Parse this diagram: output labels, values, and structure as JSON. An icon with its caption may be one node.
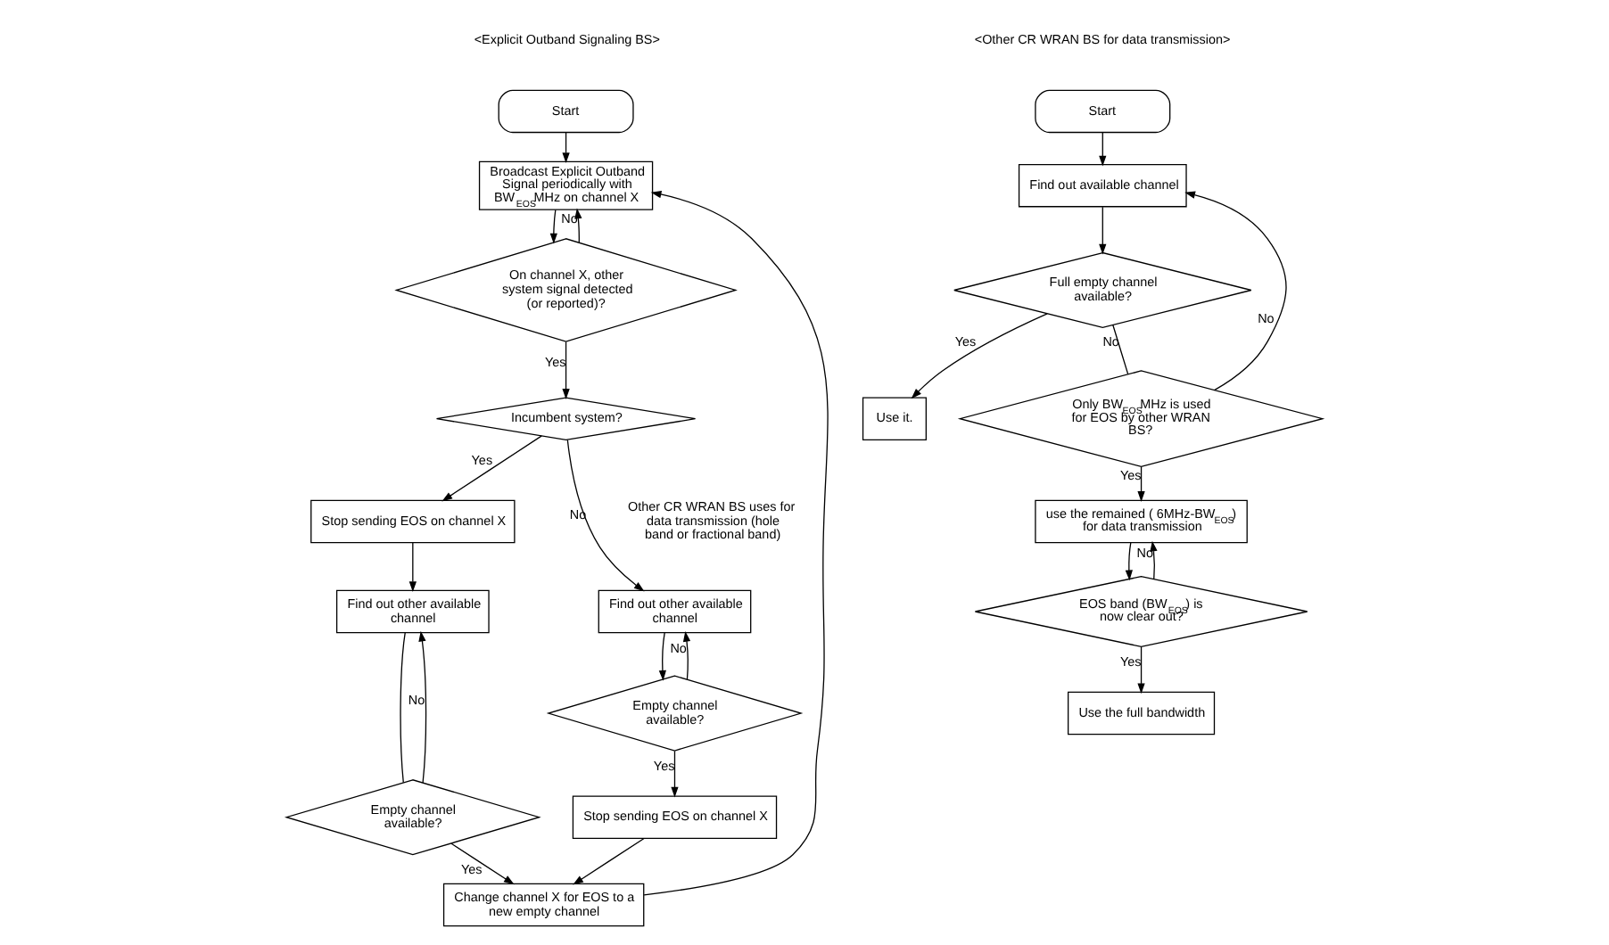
{
  "diagram": {
    "nodes": [
      {
        "text": [
          "Start"
        ]
      },
      {
        "text": [
          "Broadcast Explicit Outband Signal periodically with BW$_{EOS}$MHz on channel X"
        ]
      },
      {
        "text": [
          "On channel X, other system signal detected (or reported)?"
        ]
      },
      {
        "text": [
          "Incumbent system?"
        ]
      },
      {
        "text": [
          "Stop sending EOS on channel X"
        ]
      },
      {
        "text": [
          "Find out other available channel"
        ]
      },
      {
        "text": [
          "Empty channel available?"
        ]
      },
      {
        "text": [
          "Find out other available channel"
        ]
      },
      {
        "text": [
          "Empty channel available?"
        ]
      },
      {
        "text": [
          "Stop sending EOS on channel X"
        ]
      },
      {
        "text": [
          "Change channel X for EOS to a new empty channel"
        ]
      },
      {
        "text": [
          "Start"
        ]
      },
      {
        "text": [
          "Find out available channel"
        ]
      },
      {
        "text": [
          "Full empty channel available?"
        ]
      },
      {
        "text": [
          "Use it."
        ]
      },
      {
        "text": [
          "Only BW$_{EOS}$MHz is used for EOS by other WRAN BS?"
        ]
      },
      {
        "text": [
          "use the remained ( 6MHz-BW$_{EOS}$) for data transmission"
        ]
      },
      {
        "text": [
          "EOS band (BW$_{EOS}$) is now clear out?"
        ]
      },
      {
        "text": [
          "Use the full bandwidth"
        ]
      }
    ],
    "edges": [
      {
        "from": 0,
        "to": 1,
        "arrow": "to"
      },
      {
        "from": 1,
        "to": 2,
        "arrow": "to"
      },
      {
        "from": 2,
        "to": 1,
        "arrow": "to",
        "label": "No"
      },
      {
        "from": 2,
        "to": 3,
        "arrow": "to",
        "label": "Yes"
      },
      {
        "from": 3,
        "to": 4,
        "arrow": "to",
        "label": "Yes"
      },
      {
        "from": 3,
        "to": 7,
        "arrow": "to",
        "label": "No"
      },
      {
        "from": 4,
        "to": 5,
        "arrow": "to"
      },
      {
        "from": 5,
        "to": 6,
        "arrow": "none"
      },
      {
        "from": 6,
        "to": 5,
        "arrow": "to",
        "label": "No"
      },
      {
        "from": 6,
        "to": 10,
        "arrow": "to",
        "label": "Yes"
      },
      {
        "from": 7,
        "to": 8,
        "arrow": "to"
      },
      {
        "from": 8,
        "to": 7,
        "arrow": "to",
        "label": "No"
      },
      {
        "from": 8,
        "to": 9,
        "arrow": "to",
        "label": "Yes"
      },
      {
        "from": 9,
        "to": 10,
        "arrow": "to"
      },
      {
        "from": 10,
        "to": 1,
        "arrow": "to"
      },
      {
        "from": 11,
        "to": 12,
        "arrow": "to"
      },
      {
        "from": 12,
        "to": 13,
        "arrow": "to"
      },
      {
        "from": 13,
        "to": 14,
        "arrow": "to",
        "label": "Yes"
      },
      {
        "from": 13,
        "to": 15,
        "arrow": "none",
        "label": "No"
      },
      {
        "from": 15,
        "to": 12,
        "arrow": "to",
        "label": "No"
      },
      {
        "from": 15,
        "to": 16,
        "arrow": "to",
        "label": "Yes"
      },
      {
        "from": 16,
        "to": 17,
        "arrow": "to"
      },
      {
        "from": 17,
        "to": 16,
        "arrow": "to",
        "label": "No"
      },
      {
        "from": 17,
        "to": 18,
        "arrow": "to",
        "label": "Yes"
      }
    ],
    "labels": [
      "<Explicit Outband Signaling BS>",
      "<Other CR WRAN BS for data transmission>",
      "Other CR WRAN BS uses for data transmission (hole band or fractional band)"
    ]
  }
}
